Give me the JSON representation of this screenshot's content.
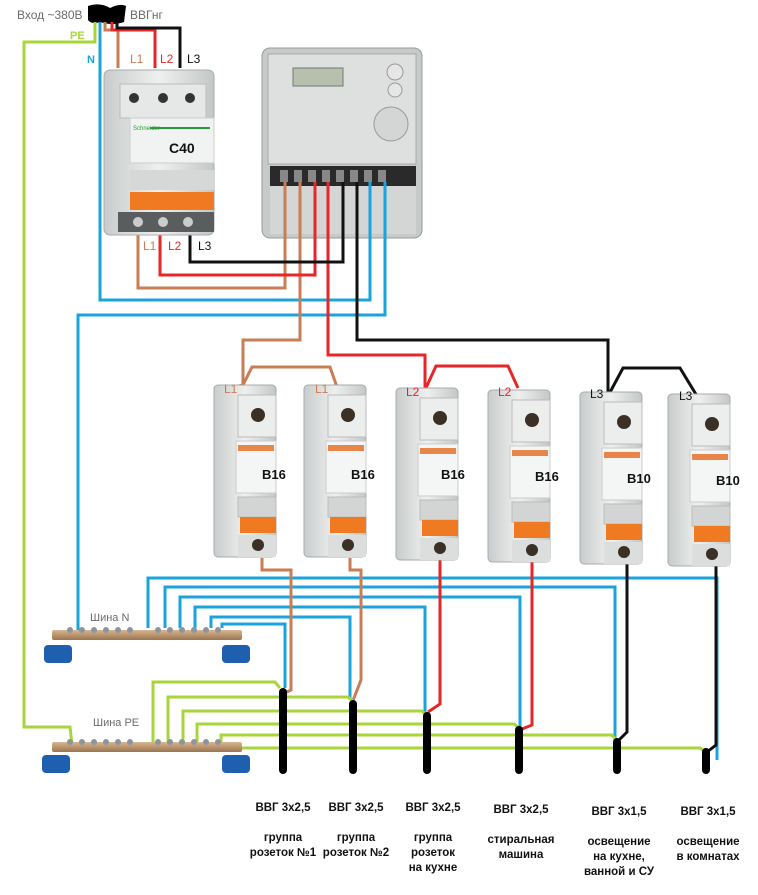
{
  "diagram": {
    "title": "Three-phase apartment wiring scheme",
    "input": {
      "label": "Вход ~380В",
      "cable_label": "ВВГнг",
      "pe_label": "PE",
      "n_label": "N"
    },
    "phase_labels": {
      "l1": "L1",
      "l2": "L2",
      "l3": "L3"
    },
    "main_breaker": {
      "rating": "C40",
      "poles": 3
    },
    "meter": {
      "type": "three-phase electricity meter",
      "terminals": 8
    },
    "busbars": {
      "n": {
        "label": "Шина N"
      },
      "pe": {
        "label": "Шина PE"
      }
    },
    "colors": {
      "l1": "#c87d55",
      "l2": "#e8262a",
      "l3": "#111111",
      "n": "#1aa3dd",
      "pe": "#a8d63a",
      "breaker_handle": "#f07a22",
      "busbar": "#b08a60",
      "busbar_feet": "#1f5fb0"
    },
    "breakers": [
      {
        "phase": "L1",
        "rating": "B16"
      },
      {
        "phase": "L1",
        "rating": "B16"
      },
      {
        "phase": "L2",
        "rating": "B16"
      },
      {
        "phase": "L2",
        "rating": "B16"
      },
      {
        "phase": "L3",
        "rating": "B10"
      },
      {
        "phase": "L3",
        "rating": "B10"
      }
    ],
    "circuits": [
      {
        "cable": "ВВГ 3х2,5",
        "desc": "группа\nрозеток №1"
      },
      {
        "cable": "ВВГ 3х2,5",
        "desc": "группа\nрозеток №2"
      },
      {
        "cable": "ВВГ 3х2,5",
        "desc": "группа\nрозеток\nна кухне"
      },
      {
        "cable": "ВВГ 3х2,5",
        "desc": "стиральная\nмашина"
      },
      {
        "cable": "ВВГ 3х1,5",
        "desc": "освещение\nна кухне,\nванной и СУ"
      },
      {
        "cable": "ВВГ 3х1,5",
        "desc": "освещение\nв комнатах"
      }
    ]
  }
}
